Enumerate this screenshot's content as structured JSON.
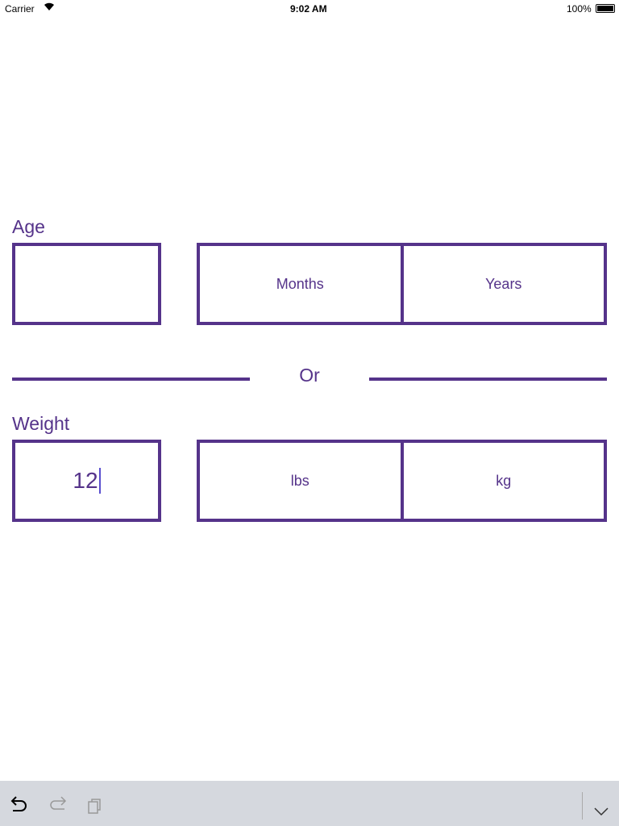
{
  "status_bar": {
    "carrier": "Carrier",
    "time": "9:02 AM",
    "battery": "100%"
  },
  "age": {
    "label": "Age",
    "value": "",
    "units": [
      "Months",
      "Years"
    ]
  },
  "divider_text": "Or",
  "weight": {
    "label": "Weight",
    "value": "12",
    "units": [
      "lbs",
      "kg"
    ]
  },
  "accent_color": "#55338a",
  "keyboard_bar": {
    "icons": [
      "undo-icon",
      "redo-icon",
      "paste-icon",
      "dismiss-keyboard-icon"
    ]
  }
}
